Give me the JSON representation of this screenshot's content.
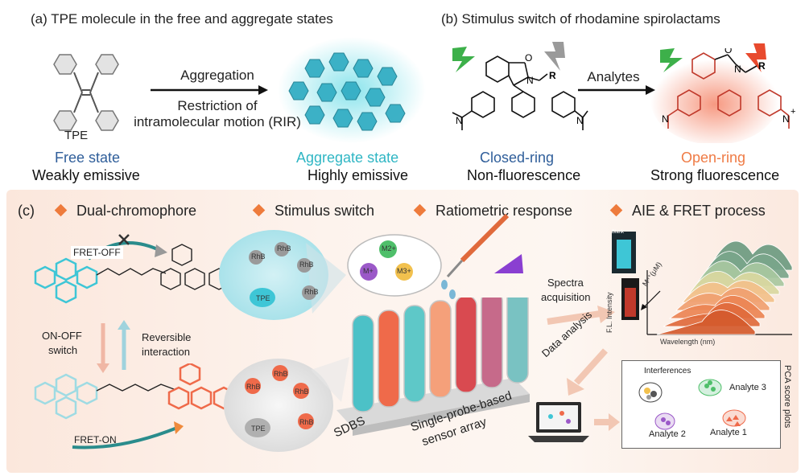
{
  "panel_a": {
    "title": "(a) TPE molecule in the free and aggregate states",
    "molecule_label": "TPE",
    "arrow_top": "Aggregation",
    "arrow_bottom_line1": "Restriction of",
    "arrow_bottom_line2": "intramolecular motion (RIR)",
    "free_state": "Free state",
    "free_desc": "Weakly emissive",
    "agg_state": "Aggregate state",
    "agg_desc": "Highly emissive"
  },
  "panel_b": {
    "title": "(b) Stimulus switch of rhodamine spirolactams",
    "arrow_label": "Analytes",
    "closed": "Closed-ring",
    "closed_desc": "Non-fluorescence",
    "open": "Open-ring",
    "open_desc": "Strong fluorescence",
    "atom_O": "O",
    "atom_N": "N",
    "atom_R": "R",
    "charge_minus": "−",
    "charge_plus": "+"
  },
  "panel_c": {
    "label": "(c)",
    "features": [
      "Dual-chromophore",
      "Stimulus switch",
      "Ratiometric response",
      "AIE & FRET process"
    ],
    "fret_off": "FRET-OFF",
    "fret_on": "FRET-ON",
    "onoff_line1": "ON-OFF",
    "onoff_line2": "switch",
    "reversible_line1": "Reversible",
    "reversible_line2": "interaction",
    "rhb": "RhB",
    "tpe": "TPE",
    "ions": [
      "M2+",
      "M+",
      "M3+"
    ],
    "sdbs": "SDBS",
    "array_line1": "Single-probe-based",
    "array_line2": "sensor array",
    "spectra_line1": "Spectra",
    "spectra_line2": "acquisition",
    "data_analysis": "Data analysis",
    "fl_axis": "F.L. Intensity",
    "wl_axis": "Wavelength (nm)",
    "mn_label": "Mⁿ⁺(μM)",
    "blank_label": "Blank",
    "pca_title": "PCA score plots",
    "interferences": "Interferences",
    "analyte1": "Analyte 1",
    "analyte2": "Analyte 2",
    "analyte3": "Analyte 3"
  },
  "colors": {
    "tpe_cyan": "#3ec6d6",
    "rhodamine_red": "#ef6a4a",
    "accent_orange": "#ee7b3c",
    "free_blue": "#2f5e9a"
  }
}
